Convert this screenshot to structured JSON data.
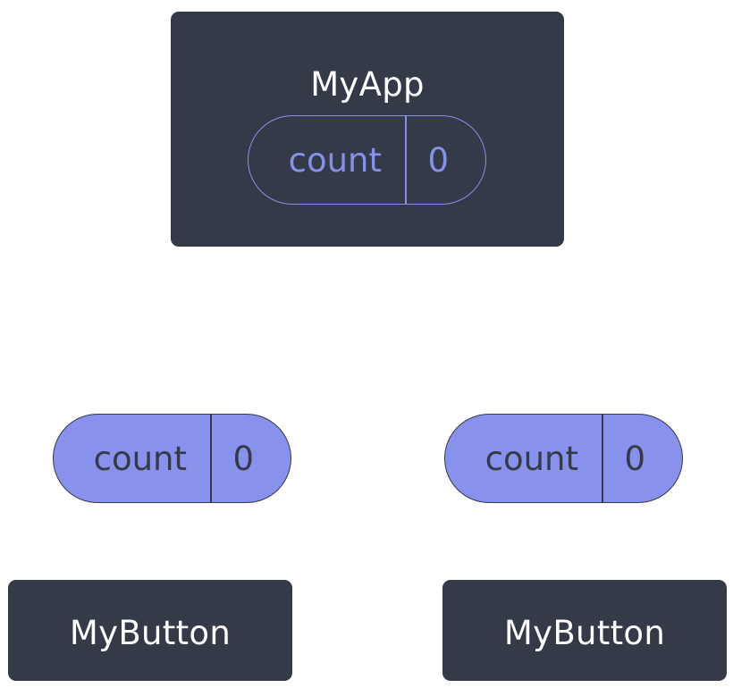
{
  "root": {
    "name": "MyApp",
    "state": {
      "key": "count",
      "value": "0"
    }
  },
  "children": [
    {
      "name": "MyButton",
      "state": {
        "key": "count",
        "value": "0"
      }
    },
    {
      "name": "MyButton",
      "state": {
        "key": "count",
        "value": "0"
      }
    }
  ],
  "colors": {
    "component_bg": "#353a48",
    "state_accent": "#8790e8",
    "state_fill": "#8891ec"
  }
}
